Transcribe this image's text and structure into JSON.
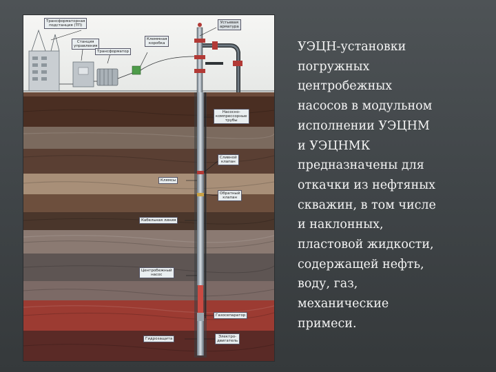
{
  "slide": {
    "description": "УЭЦН-установки\nпогружных\nцентробежных\nнасосов в модульном\nисполнении УЭЦНМ\nи УЭЦНМК\nпредназначены для\nоткачки из нефтяных\nскважин, в том числе\nи наклонных,\nпластовой жидкости,\nсодержащей нефть,\nводу, газ,\nмеханические\nпримеси."
  },
  "diagram": {
    "labels": {
      "transformer_substation": "Трансформаторная\nподстанция (ТП)",
      "control_station": "Станция\nуправления",
      "transformer": "Трансформатор",
      "junction_box": "Клеммная\nкоробка",
      "wellhead": "Устьевая\nарматура",
      "tubing": "Насосно-\nкомпрессорные\nтрубы",
      "drain_valve": "Сливной\nклапан",
      "clamps": "Клямсы",
      "check_valve": "Обратный\nклапан",
      "cable_line": "Кабельная линия",
      "centrifugal_pump": "Центробежный\nнасос",
      "gas_separator": "Газосепаратор",
      "hydroprotection": "Гидрозащита",
      "motor": "Электро-\nдвигатель"
    }
  }
}
